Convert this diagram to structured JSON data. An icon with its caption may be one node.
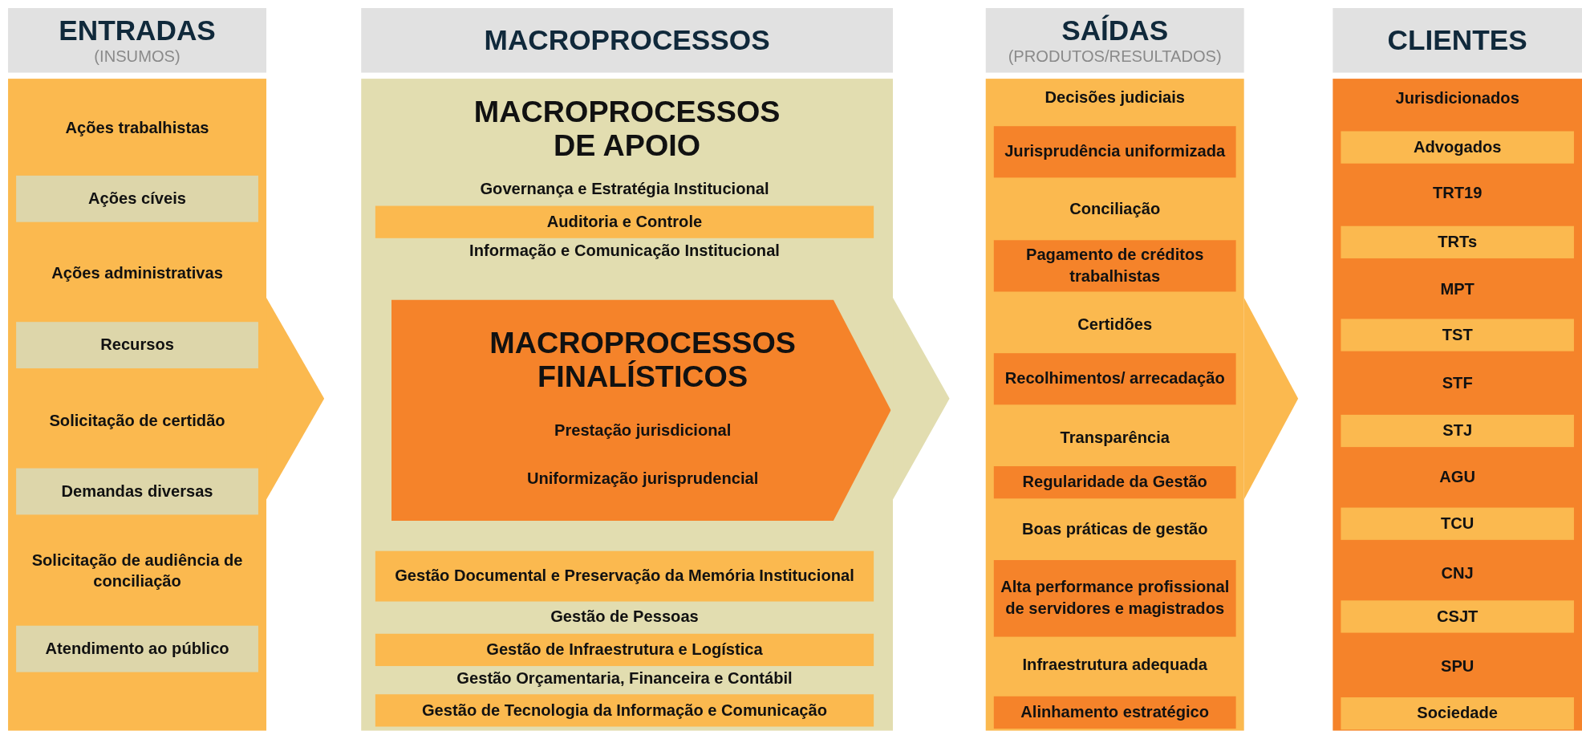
{
  "diagram": {
    "nodes": [
      {
        "text": [
          "ENTRADAS",
          "(INSUMOS)"
        ]
      },
      {
        "text": [
          "Ações trabalhistas"
        ],
        "in": 0
      },
      {
        "text": [
          "Ações cíveis"
        ],
        "in": 0
      },
      {
        "text": [
          "Ações administrativas"
        ],
        "in": 0
      },
      {
        "text": [
          "Recursos"
        ],
        "in": 0
      },
      {
        "text": [
          "Solicitação de certidão"
        ],
        "in": 0
      },
      {
        "text": [
          "Demandas diversas"
        ],
        "in": 0
      },
      {
        "text": [
          "Solicitação de audiência de conciliação"
        ],
        "in": 0
      },
      {
        "text": [
          "Atendimento ao público"
        ],
        "in": 0
      },
      {
        "text": [
          "MACROPROCESSOS",
          "MACROPROCESSOS DE APOIO"
        ]
      },
      {
        "text": [
          "Governança e Estratégia Institucional"
        ],
        "in": 9
      },
      {
        "text": [
          "Auditoria e Controle"
        ],
        "in": 9
      },
      {
        "text": [
          "Informação e Comunicação Institucional"
        ],
        "in": 9
      },
      {
        "text": [
          "MACROPROCESSOS FINALÍSTICOS",
          "Prestação jurisdicional",
          "Uniformização jurisprudencial"
        ],
        "in": 9
      },
      {
        "text": [
          "Gestão Documental e Preservação da Memória Institucional"
        ],
        "in": 9
      },
      {
        "text": [
          "Gestão de Pessoas"
        ],
        "in": 9
      },
      {
        "text": [
          "Gestão de Infraestrutura e Logística"
        ],
        "in": 9
      },
      {
        "text": [
          "Gestão Orçamentaria, Financeira e Contábil"
        ],
        "in": 9
      },
      {
        "text": [
          "Gestão de Tecnologia da Informação e Comunicação"
        ],
        "in": 9
      },
      {
        "text": [
          "SAÍDAS",
          "(PRODUTOS/RESULTADOS)"
        ]
      },
      {
        "text": [
          "Decisões judiciais"
        ],
        "in": 19
      },
      {
        "text": [
          "Jurisprudência uniformizada"
        ],
        "in": 19
      },
      {
        "text": [
          "Conciliação"
        ],
        "in": 19
      },
      {
        "text": [
          "Pagamento de créditos trabalhistas"
        ],
        "in": 19
      },
      {
        "text": [
          "Certidões"
        ],
        "in": 19
      },
      {
        "text": [
          "Recolhimentos/ arrecadação"
        ],
        "in": 19
      },
      {
        "text": [
          "Transparência"
        ],
        "in": 19
      },
      {
        "text": [
          "Regularidade da Gestão"
        ],
        "in": 19
      },
      {
        "text": [
          "Boas práticas de gestão"
        ],
        "in": 19
      },
      {
        "text": [
          "Alta performance profissional de servidores e magistrados"
        ],
        "in": 19
      },
      {
        "text": [
          "Infraestrutura adequada"
        ],
        "in": 19
      },
      {
        "text": [
          "Alinhamento estratégico"
        ],
        "in": 19
      },
      {
        "text": [
          "CLIENTES"
        ]
      },
      {
        "text": [
          "Jurisdicionados"
        ],
        "in": 32
      },
      {
        "text": [
          "Advogados"
        ],
        "in": 32
      },
      {
        "text": [
          "TRT19"
        ],
        "in": 32
      },
      {
        "text": [
          "TRTs"
        ],
        "in": 32
      },
      {
        "text": [
          "MPT"
        ],
        "in": 32
      },
      {
        "text": [
          "TST"
        ],
        "in": 32
      },
      {
        "text": [
          "STF"
        ],
        "in": 32
      },
      {
        "text": [
          "STJ"
        ],
        "in": 32
      },
      {
        "text": [
          "AGU"
        ],
        "in": 32
      },
      {
        "text": [
          "TCU"
        ],
        "in": 32
      },
      {
        "text": [
          "CNJ"
        ],
        "in": 32
      },
      {
        "text": [
          "CSJT"
        ],
        "in": 32
      },
      {
        "text": [
          "SPU"
        ],
        "in": 32
      },
      {
        "text": [
          "Sociedade"
        ],
        "in": 32
      }
    ],
    "edges": [
      {
        "from": 0,
        "to": 9,
        "arrow": "to"
      },
      {
        "from": 9,
        "to": 19,
        "arrow": "to",
        "color": "#e2ddb0"
      },
      {
        "from": 19,
        "to": 32,
        "arrow": "to"
      }
    ]
  }
}
